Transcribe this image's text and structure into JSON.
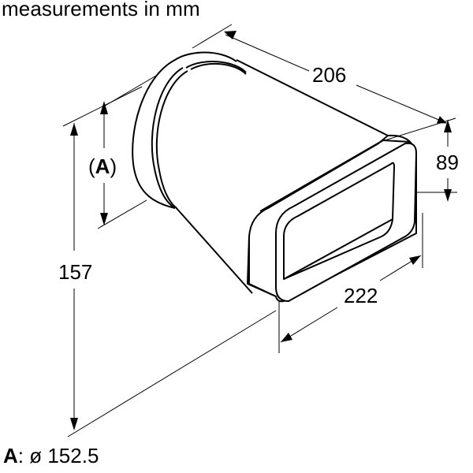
{
  "header": {
    "title": "measurements in mm"
  },
  "dimensions": {
    "length": {
      "label": "206",
      "value": 206,
      "unit": "mm"
    },
    "height_rect": {
      "label": "89",
      "value": 89,
      "unit": "mm"
    },
    "width_rect": {
      "label": "222",
      "value": 222,
      "unit": "mm"
    },
    "total_height": {
      "label": "157",
      "value": 157,
      "unit": "mm"
    },
    "round_diameter": {
      "label_open": "(",
      "label_key": "A",
      "label_close": ")"
    }
  },
  "legend": {
    "key": "A",
    "separator": ":",
    "text": " ø 152.5"
  },
  "colors": {
    "line": "#000000",
    "background": "#ffffff"
  }
}
